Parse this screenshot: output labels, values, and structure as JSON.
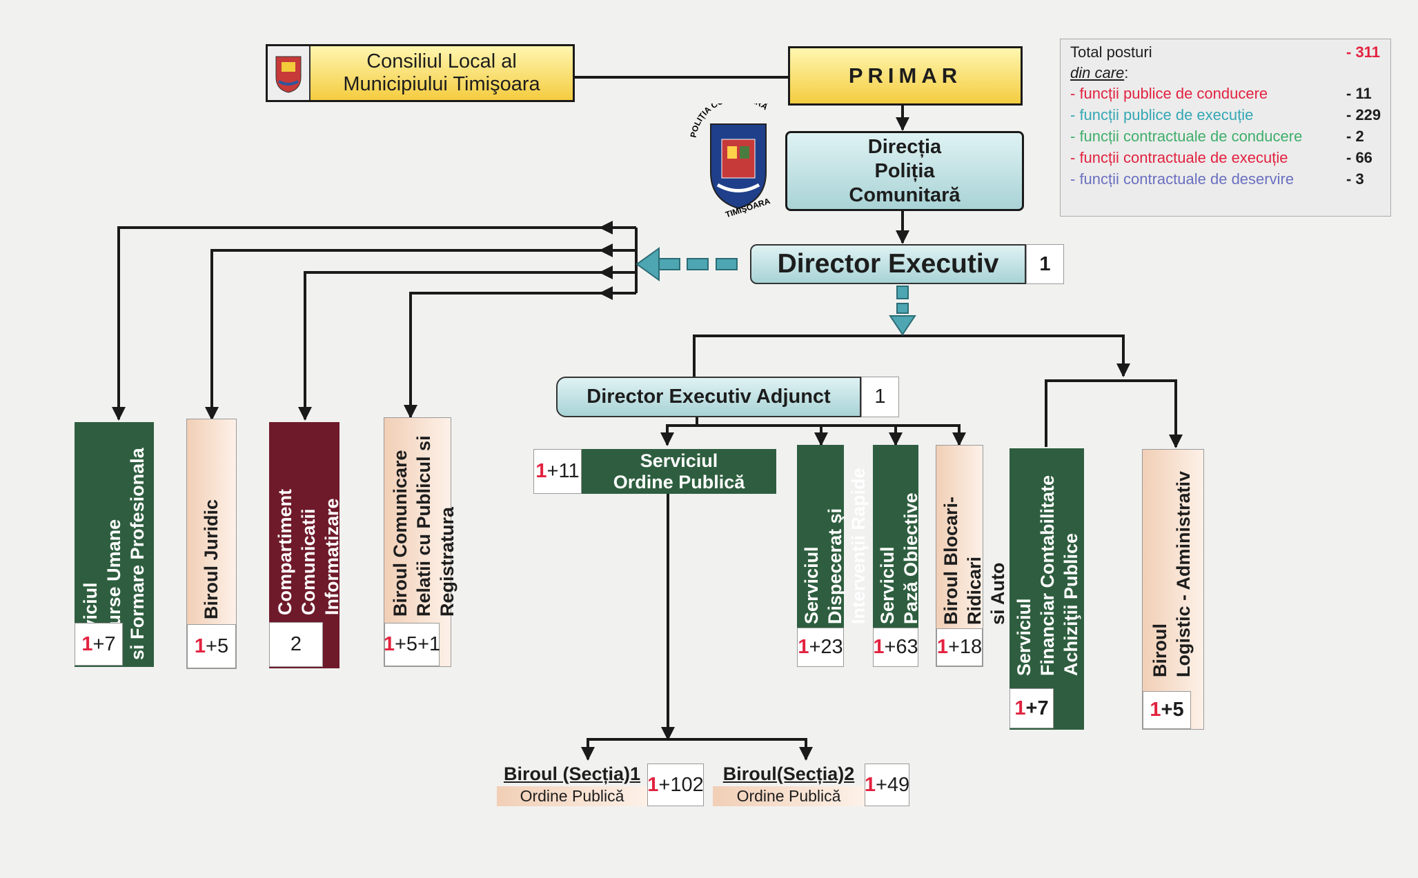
{
  "council": "Consiliul Local al\nMunicipiului Timişoara",
  "mayor": "PRIMAR",
  "directorate": "Direcția\nPoliția\nComunitară",
  "logo_text": {
    "top": "POLIȚIA COMUNITARĂ",
    "bottom": "TIMIŞOARA"
  },
  "director": {
    "label": "Director Executiv",
    "count": "1"
  },
  "deputy": {
    "label": "Director Executiv Adjunct",
    "count": "1"
  },
  "totals": {
    "title": "Total posturi",
    "title_value": "- 311",
    "subtitle": "din care",
    "subtitle_suffix": ":",
    "rows": [
      {
        "label": "- funcții publice de conducere",
        "value": "- 11",
        "color": "#e2223f"
      },
      {
        "label": "- funcții publice de execuție",
        "value": "- 229",
        "color": "#35a7b4"
      },
      {
        "label": "- funcții contractuale de conducere",
        "value": "- 2",
        "color": "#3fae6b"
      },
      {
        "label": "- funcții contractuale de execuție",
        "value": "- 66",
        "color": "#e2223f"
      },
      {
        "label": "- funcții contractuale de deservire",
        "value": "- 3",
        "color": "#6a6fbf"
      }
    ]
  },
  "left_units": [
    {
      "label": "Serviciul\nResurse Umane\nsi Formare Profesionala",
      "lead": "1",
      "rest": "+7"
    },
    {
      "label": "Biroul Juridic",
      "lead": "1",
      "rest": "+5"
    },
    {
      "label": "Compartiment\nComunicatii\nInformatizare",
      "lead": "",
      "rest": "2"
    },
    {
      "label": "Biroul Comunicare\nRelatii cu Publicul si\nRegistratura",
      "lead": "1",
      "rest": "+5+1"
    }
  ],
  "ordine": {
    "label": "Serviciul\nOrdine Publică",
    "lead": "1",
    "rest": "+11"
  },
  "deputy_units": [
    {
      "label": "Serviciul Dispecerat şi\nIntervenţii Rapide",
      "lead": "1",
      "rest": "+23"
    },
    {
      "label": "Serviciul\nPază Obiective",
      "lead": "1",
      "rest": "+63"
    },
    {
      "label": "Biroul Blocari-Ridicari\nsi Auto Abandonate",
      "lead": "1",
      "rest": "+18"
    }
  ],
  "right_units": [
    {
      "label": "Serviciul\nFinanciar Contabilitate\nAchiziţii Publice",
      "lead": "1",
      "rest": "+7"
    },
    {
      "label": "Biroul\nLogistic - Administrativ",
      "lead": "1",
      "rest": "+5"
    }
  ],
  "sections": [
    {
      "title": "Biroul (Secția)1",
      "subtitle": "Ordine Publică",
      "lead": "1",
      "rest": "+102"
    },
    {
      "title": "Biroul(Secția)2",
      "subtitle": "Ordine Publică",
      "lead": "1",
      "rest": "+49"
    }
  ]
}
